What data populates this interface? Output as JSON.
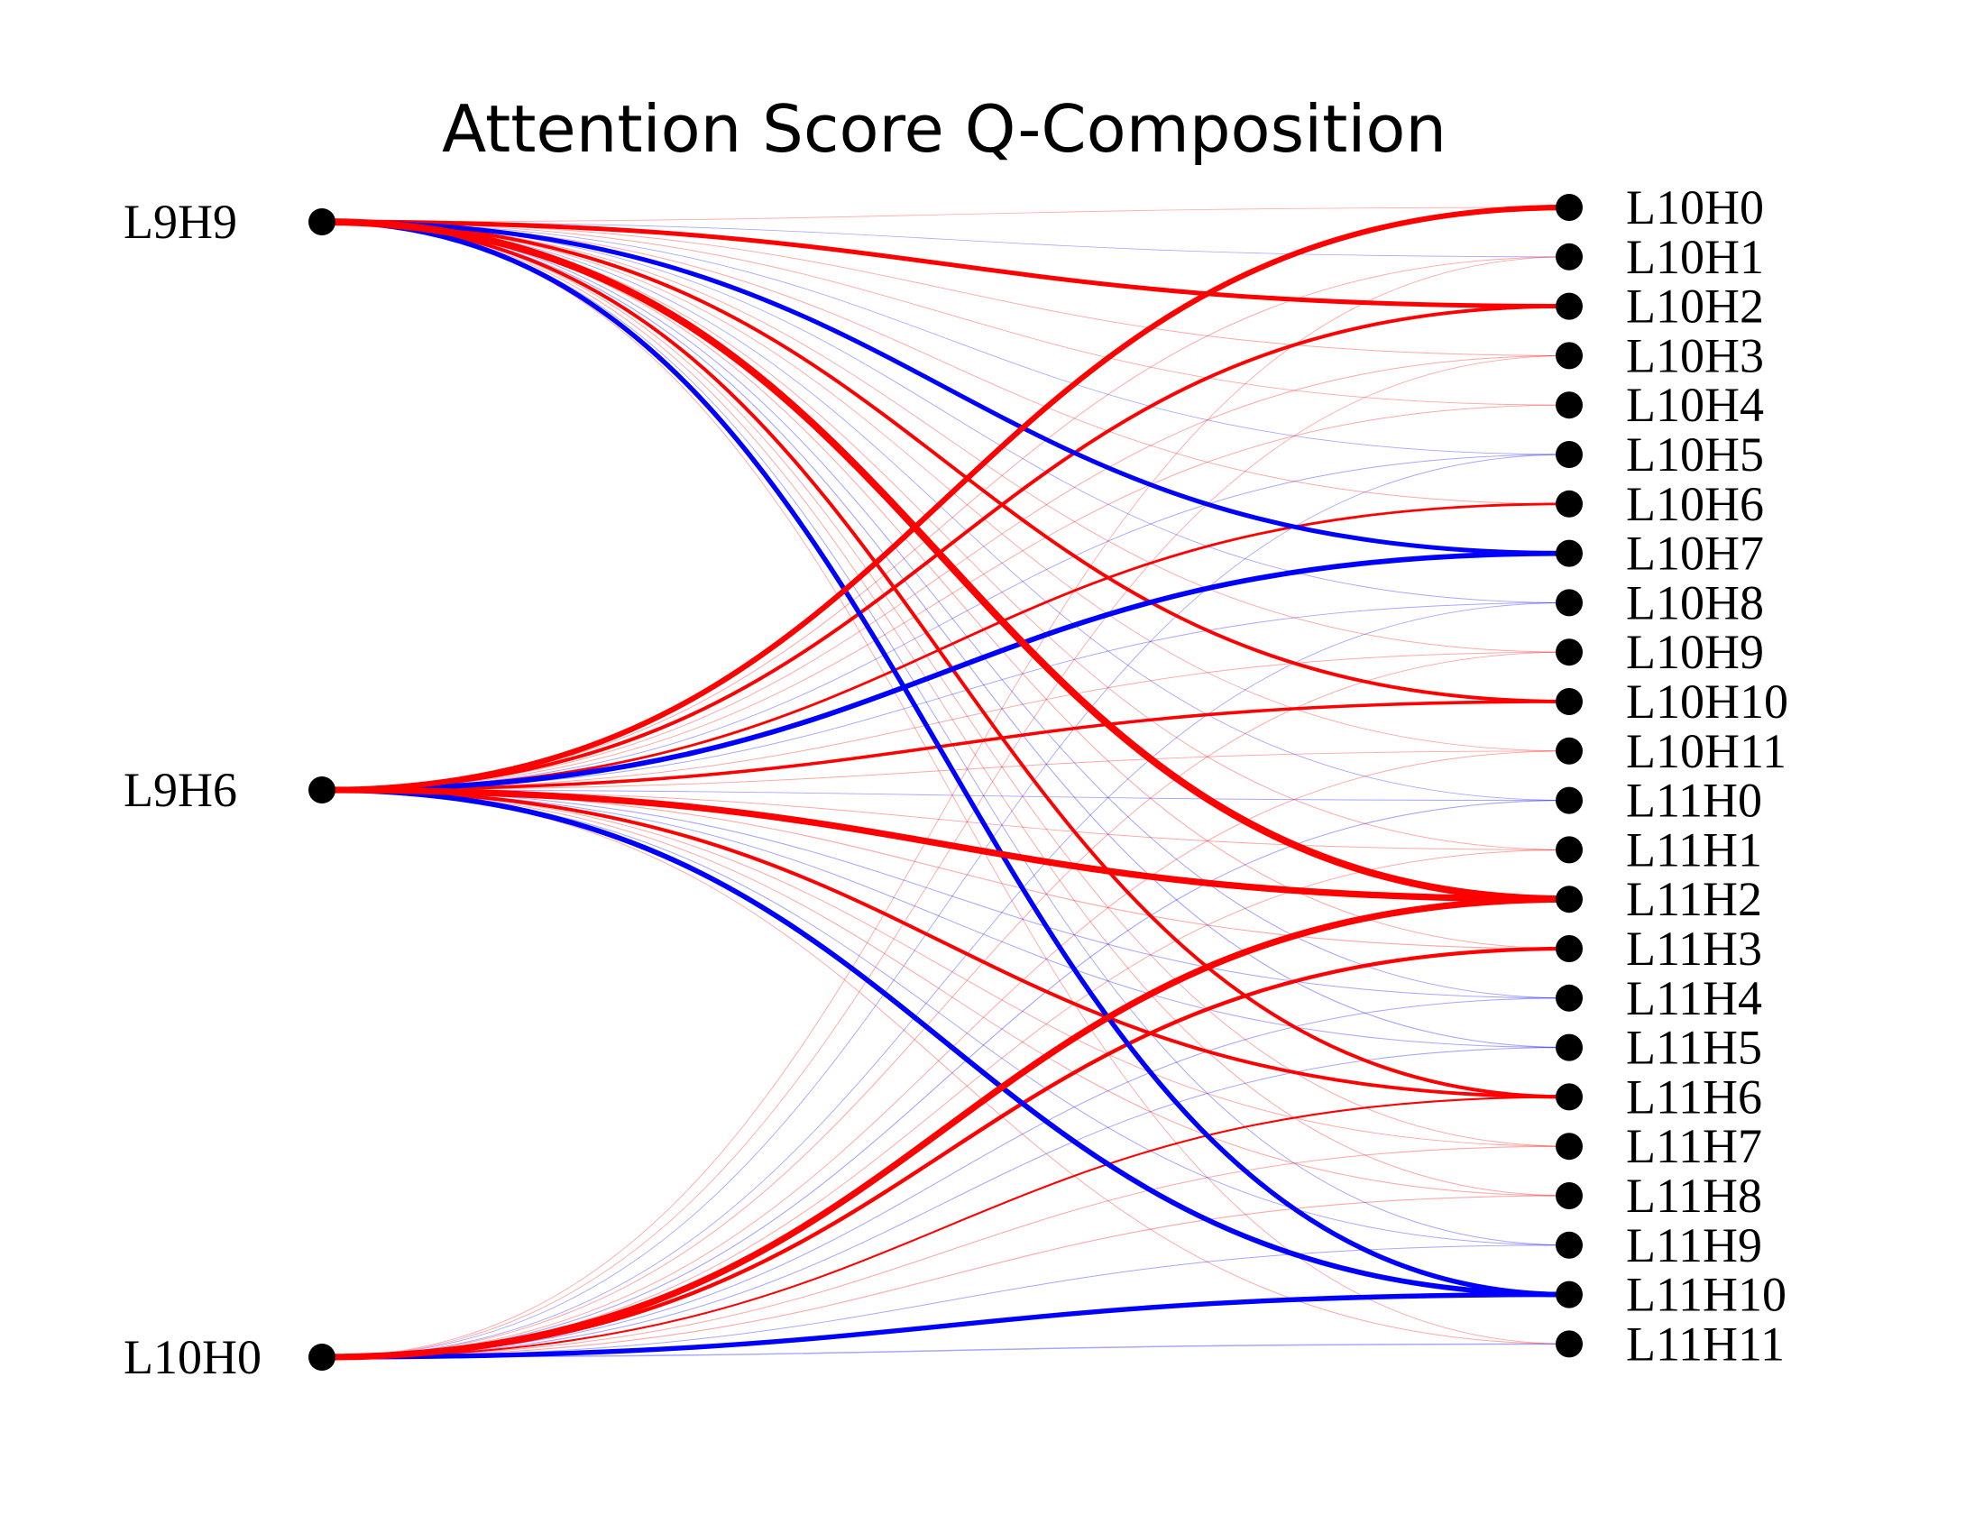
{
  "title": "Attention Score Q-Composition",
  "colors": {
    "positive": "#ff0000",
    "negative": "#0000ff",
    "node": "#000000",
    "background": "#ffffff"
  },
  "source_nodes": [
    "L9H9",
    "L9H6",
    "L10H0"
  ],
  "target_nodes": [
    "L10H0",
    "L10H1",
    "L10H2",
    "L10H3",
    "L10H4",
    "L10H5",
    "L10H6",
    "L10H7",
    "L10H8",
    "L10H9",
    "L10H10",
    "L10H11",
    "L11H0",
    "L11H1",
    "L11H2",
    "L11H3",
    "L11H4",
    "L11H5",
    "L11H6",
    "L11H7",
    "L11H8",
    "L11H9",
    "L11H10",
    "L11H11"
  ],
  "edges": [
    {
      "source": "L9H9",
      "target": "L10H2",
      "sign": "positive",
      "strength": 0.6
    },
    {
      "source": "L9H9",
      "target": "L10H7",
      "sign": "negative",
      "strength": 0.6
    },
    {
      "source": "L9H9",
      "target": "L10H10",
      "sign": "positive",
      "strength": 0.45
    },
    {
      "source": "L9H9",
      "target": "L11H2",
      "sign": "positive",
      "strength": 1.0
    },
    {
      "source": "L9H9",
      "target": "L11H6",
      "sign": "positive",
      "strength": 0.45
    },
    {
      "source": "L9H9",
      "target": "L11H10",
      "sign": "negative",
      "strength": 0.65
    },
    {
      "source": "L9H9",
      "target": "L10H0",
      "sign": "positive",
      "strength": 0.03
    },
    {
      "source": "L9H9",
      "target": "L10H1",
      "sign": "negative",
      "strength": 0.03
    },
    {
      "source": "L9H9",
      "target": "L10H3",
      "sign": "positive",
      "strength": 0.05
    },
    {
      "source": "L9H9",
      "target": "L10H4",
      "sign": "positive",
      "strength": 0.04
    },
    {
      "source": "L9H9",
      "target": "L10H5",
      "sign": "negative",
      "strength": 0.04
    },
    {
      "source": "L9H9",
      "target": "L10H6",
      "sign": "positive",
      "strength": 0.05
    },
    {
      "source": "L9H9",
      "target": "L10H8",
      "sign": "negative",
      "strength": 0.04
    },
    {
      "source": "L9H9",
      "target": "L10H9",
      "sign": "positive",
      "strength": 0.05
    },
    {
      "source": "L9H9",
      "target": "L10H11",
      "sign": "positive",
      "strength": 0.04
    },
    {
      "source": "L9H9",
      "target": "L11H0",
      "sign": "negative",
      "strength": 0.04
    },
    {
      "source": "L9H9",
      "target": "L11H1",
      "sign": "positive",
      "strength": 0.05
    },
    {
      "source": "L9H9",
      "target": "L11H3",
      "sign": "positive",
      "strength": 0.06
    },
    {
      "source": "L9H9",
      "target": "L11H4",
      "sign": "negative",
      "strength": 0.06
    },
    {
      "source": "L9H9",
      "target": "L11H5",
      "sign": "negative",
      "strength": 0.07
    },
    {
      "source": "L9H9",
      "target": "L11H7",
      "sign": "positive",
      "strength": 0.05
    },
    {
      "source": "L9H9",
      "target": "L11H8",
      "sign": "positive",
      "strength": 0.05
    },
    {
      "source": "L9H9",
      "target": "L11H9",
      "sign": "negative",
      "strength": 0.05
    },
    {
      "source": "L9H9",
      "target": "L11H11",
      "sign": "positive",
      "strength": 0.04
    },
    {
      "source": "L9H6",
      "target": "L10H0",
      "sign": "positive",
      "strength": 0.75
    },
    {
      "source": "L9H6",
      "target": "L10H2",
      "sign": "positive",
      "strength": 0.45
    },
    {
      "source": "L9H6",
      "target": "L10H6",
      "sign": "positive",
      "strength": 0.3
    },
    {
      "source": "L9H6",
      "target": "L10H7",
      "sign": "negative",
      "strength": 0.7
    },
    {
      "source": "L9H6",
      "target": "L10H10",
      "sign": "positive",
      "strength": 0.4
    },
    {
      "source": "L9H6",
      "target": "L11H2",
      "sign": "positive",
      "strength": 0.9
    },
    {
      "source": "L9H6",
      "target": "L11H6",
      "sign": "positive",
      "strength": 0.45
    },
    {
      "source": "L9H6",
      "target": "L11H10",
      "sign": "negative",
      "strength": 0.7
    },
    {
      "source": "L9H6",
      "target": "L10H1",
      "sign": "positive",
      "strength": 0.05
    },
    {
      "source": "L9H6",
      "target": "L10H3",
      "sign": "positive",
      "strength": 0.05
    },
    {
      "source": "L9H6",
      "target": "L10H4",
      "sign": "positive",
      "strength": 0.05
    },
    {
      "source": "L9H6",
      "target": "L10H5",
      "sign": "negative",
      "strength": 0.05
    },
    {
      "source": "L9H6",
      "target": "L10H8",
      "sign": "negative",
      "strength": 0.05
    },
    {
      "source": "L9H6",
      "target": "L10H9",
      "sign": "positive",
      "strength": 0.05
    },
    {
      "source": "L9H6",
      "target": "L10H11",
      "sign": "positive",
      "strength": 0.05
    },
    {
      "source": "L9H6",
      "target": "L11H0",
      "sign": "negative",
      "strength": 0.05
    },
    {
      "source": "L9H6",
      "target": "L11H1",
      "sign": "positive",
      "strength": 0.05
    },
    {
      "source": "L9H6",
      "target": "L11H3",
      "sign": "positive",
      "strength": 0.07
    },
    {
      "source": "L9H6",
      "target": "L11H4",
      "sign": "negative",
      "strength": 0.06
    },
    {
      "source": "L9H6",
      "target": "L11H5",
      "sign": "negative",
      "strength": 0.06
    },
    {
      "source": "L9H6",
      "target": "L11H7",
      "sign": "positive",
      "strength": 0.05
    },
    {
      "source": "L9H6",
      "target": "L11H8",
      "sign": "positive",
      "strength": 0.06
    },
    {
      "source": "L9H6",
      "target": "L11H9",
      "sign": "negative",
      "strength": 0.05
    },
    {
      "source": "L9H6",
      "target": "L11H11",
      "sign": "positive",
      "strength": 0.05
    },
    {
      "source": "L10H0",
      "target": "L11H2",
      "sign": "positive",
      "strength": 0.9
    },
    {
      "source": "L10H0",
      "target": "L11H3",
      "sign": "positive",
      "strength": 0.5
    },
    {
      "source": "L10H0",
      "target": "L11H6",
      "sign": "positive",
      "strength": 0.2
    },
    {
      "source": "L10H0",
      "target": "L11H10",
      "sign": "negative",
      "strength": 0.65
    },
    {
      "source": "L10H0",
      "target": "L11H11",
      "sign": "negative",
      "strength": 0.12
    },
    {
      "source": "L10H0",
      "target": "L10H1",
      "sign": "positive",
      "strength": 0.04
    },
    {
      "source": "L10H0",
      "target": "L10H3",
      "sign": "positive",
      "strength": 0.04
    },
    {
      "source": "L10H0",
      "target": "L10H5",
      "sign": "negative",
      "strength": 0.04
    },
    {
      "source": "L10H0",
      "target": "L10H8",
      "sign": "negative",
      "strength": 0.04
    },
    {
      "source": "L10H0",
      "target": "L10H9",
      "sign": "positive",
      "strength": 0.05
    },
    {
      "source": "L10H0",
      "target": "L10H11",
      "sign": "positive",
      "strength": 0.05
    },
    {
      "source": "L10H0",
      "target": "L11H0",
      "sign": "negative",
      "strength": 0.07
    },
    {
      "source": "L10H0",
      "target": "L11H1",
      "sign": "positive",
      "strength": 0.05
    },
    {
      "source": "L10H0",
      "target": "L11H4",
      "sign": "negative",
      "strength": 0.06
    },
    {
      "source": "L10H0",
      "target": "L11H5",
      "sign": "negative",
      "strength": 0.06
    },
    {
      "source": "L10H0",
      "target": "L11H7",
      "sign": "positive",
      "strength": 0.06
    },
    {
      "source": "L10H0",
      "target": "L11H8",
      "sign": "positive",
      "strength": 0.07
    },
    {
      "source": "L10H0",
      "target": "L11H9",
      "sign": "negative",
      "strength": 0.05
    }
  ]
}
